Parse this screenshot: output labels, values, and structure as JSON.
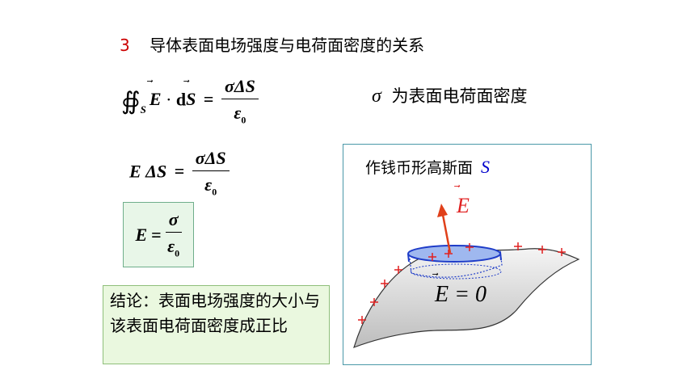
{
  "heading": {
    "number": "3",
    "title": "导体表面电场强度与电荷面密度的关系"
  },
  "gauss": {
    "integral": "∯",
    "surface_sub": "S",
    "field": "E",
    "dot": "·",
    "d": "d",
    "area": "S",
    "equals": "=",
    "numerator": "σΔS",
    "denominator": "ε",
    "denominator_sub": "0"
  },
  "sigma_definition": {
    "symbol": "σ",
    "text": "为表面电荷面密度"
  },
  "flux_step": {
    "lhs": "E ΔS",
    "equals": "=",
    "numerator": "σΔS",
    "denominator": "ε",
    "denominator_sub": "0"
  },
  "result": {
    "lhs": "E",
    "equals": "=",
    "numerator": "σ",
    "denominator": "ε",
    "denominator_sub": "0"
  },
  "conclusion": "结论：表面电场强度的大小与该表面电荷面密度成正比",
  "figure": {
    "title": "作钱币形高斯面",
    "surface_label": "S",
    "field_label": "E",
    "inside_field": "E = 0",
    "charge_sign": "+",
    "colors": {
      "arrow": "#e0401a",
      "charges": "#e02020",
      "cylinder": "#1e3cc8",
      "conductor": "#d9d9d9"
    }
  }
}
